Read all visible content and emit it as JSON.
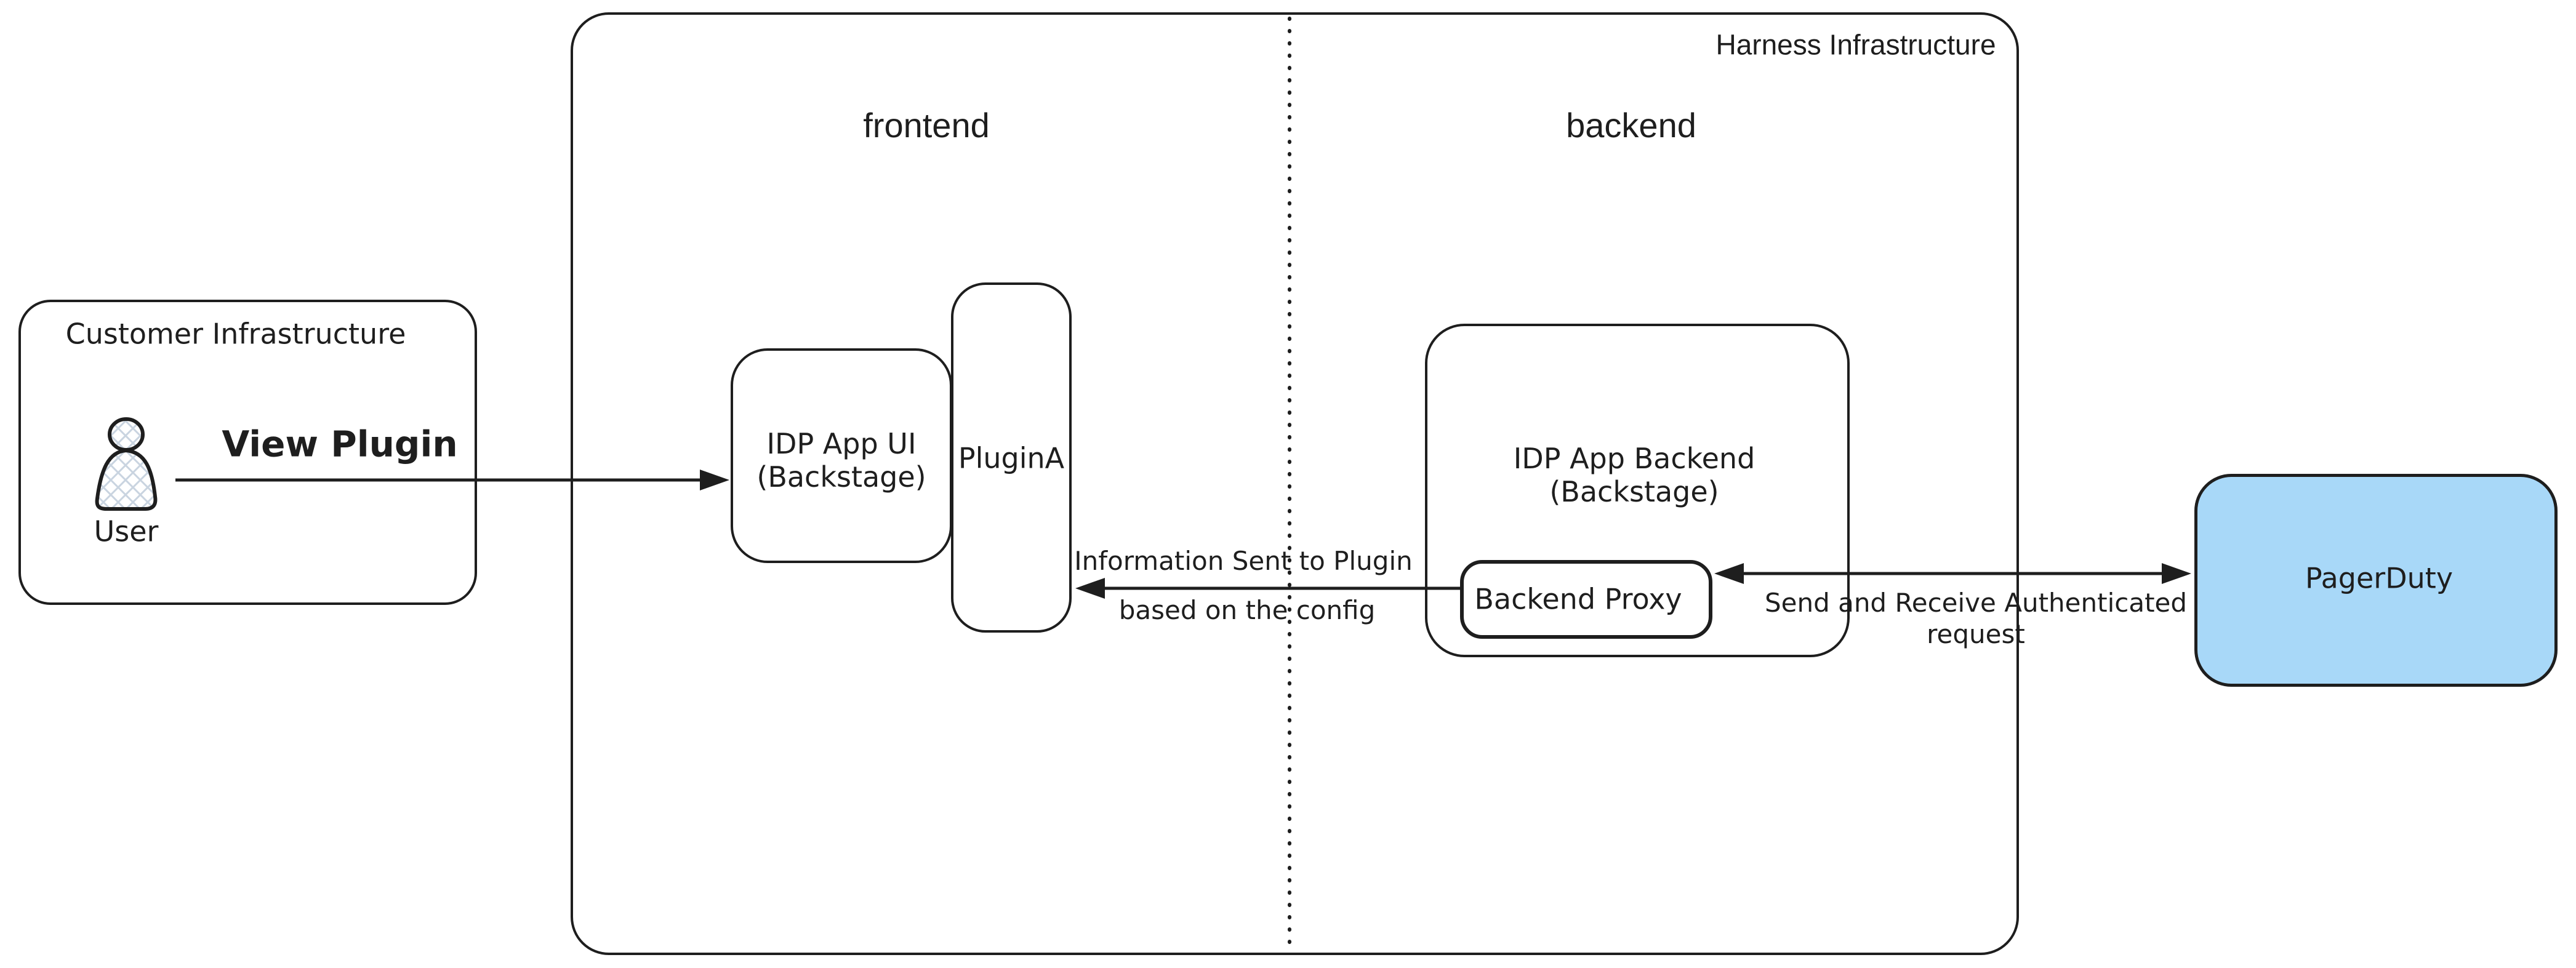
{
  "harness": {
    "title": "Harness Infrastructure",
    "frontend_label": "frontend",
    "backend_label": "backend"
  },
  "customer": {
    "title": "Customer Infrastructure",
    "user_label": "User"
  },
  "nodes": {
    "idp_app_ui": {
      "line1": "IDP App UI",
      "line2": "(Backstage)"
    },
    "plugin_a": {
      "label": "PluginA"
    },
    "idp_app_backend": {
      "line1": "IDP App Backend",
      "line2": "(Backstage)"
    },
    "backend_proxy": {
      "label": "Backend Proxy"
    },
    "pagerduty": {
      "label": "PagerDuty"
    }
  },
  "arrows": {
    "view_plugin": {
      "label": "View Plugin"
    },
    "info_sent": {
      "line1": "Information Sent to Plugin",
      "line2": "based on the config"
    },
    "auth": {
      "line1": "Send and Receive Authenticated",
      "line2": "request"
    }
  },
  "colors": {
    "stroke": "#1e1e1e",
    "pagerduty_fill": "#a8d8f8",
    "user_hatch": "#c9d4e0"
  }
}
